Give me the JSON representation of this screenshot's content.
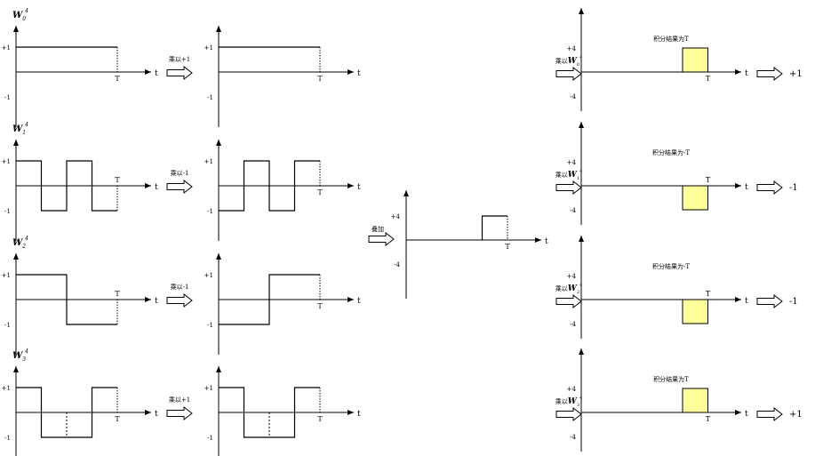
{
  "walsh_row_labels": [
    {
      "base": "W",
      "sub": "0",
      "sup": "4"
    },
    {
      "base": "W",
      "sub": "1",
      "sup": "4"
    },
    {
      "base": "W",
      "sub": "2",
      "sup": "4"
    },
    {
      "base": "W",
      "sub": "3",
      "sup": "4"
    }
  ],
  "axis_labels": {
    "t": "t",
    "T": "T"
  },
  "small_ticks": {
    "pos": "+1",
    "neg": "-1"
  },
  "large_ticks": {
    "pos": "+4",
    "neg": "-4"
  },
  "multiply_labels": [
    "乘以+1",
    "乘以-1",
    "乘以-1",
    "乘以+1"
  ],
  "multiply_prefix": "乘以",
  "superpose_label": "叠加",
  "integral_labels": [
    "积分结果为T",
    "积分结果为-T",
    "积分结果为-T",
    "积分结果为T"
  ],
  "results": [
    "+1",
    "-1",
    "-1",
    "+1"
  ],
  "colors": {
    "line": "#000000",
    "highlight": "#ffff99"
  },
  "waveforms": {
    "w0": [
      1,
      1,
      1,
      1
    ],
    "w1": [
      1,
      -1,
      1,
      -1
    ],
    "w2": [
      1,
      1,
      -1,
      -1
    ],
    "w3": [
      1,
      -1,
      -1,
      1
    ]
  },
  "products": {
    "p0": [
      1,
      1,
      1,
      1
    ],
    "p1": [
      -1,
      1,
      -1,
      1
    ],
    "p2": [
      -1,
      -1,
      1,
      1
    ],
    "p3": [
      1,
      -1,
      -1,
      1
    ]
  },
  "superposed": [
    0,
    0,
    0,
    4
  ],
  "right_segments": [
    4,
    -4,
    -4,
    4
  ]
}
